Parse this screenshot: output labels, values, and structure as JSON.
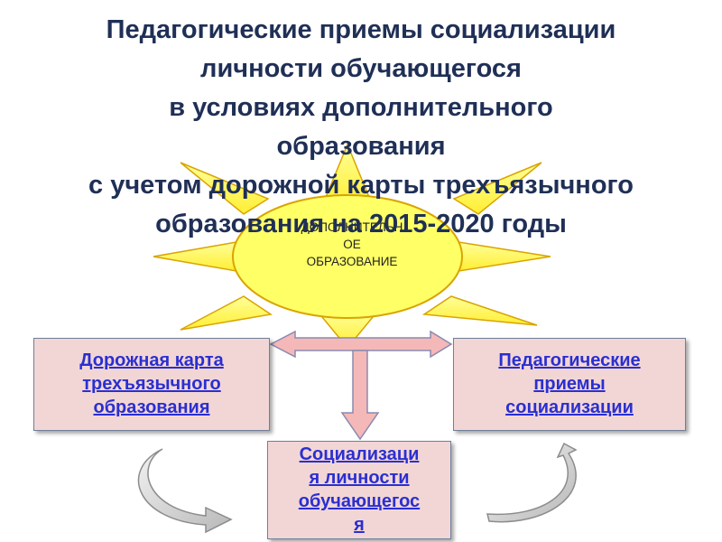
{
  "title": {
    "lines": [
      "Педагогические приемы социализации",
      "личности обучающегося",
      "в условиях дополнительного",
      "образования",
      "с учетом дорожной карты трехъязычного",
      "образования на 2015-2020 годы"
    ]
  },
  "sun": {
    "lines": [
      "ДОПОЛНИТЕЛЬН",
      "ОЕ",
      "ОБРАЗОВАНИЕ"
    ],
    "fill_color": "#ffff66",
    "stroke_color": "#d9a400"
  },
  "boxes": {
    "left": {
      "lines": [
        "Дорожная карта",
        "трехъязычного",
        "образования"
      ]
    },
    "right": {
      "lines": [
        "Педагогические",
        "приемы",
        "социализации"
      ]
    },
    "bottom": {
      "lines": [
        "Социализаци",
        "я личности",
        "обучающегос",
        "я"
      ]
    }
  },
  "colors": {
    "title": "#1f2f56",
    "box_fill": "#f2d6d6",
    "box_text": "#2a2fd0",
    "arrow_fill": "#f5b8b8"
  },
  "icons": [
    "curved-arrow-icon",
    "curved-arrow-icon",
    "left-right-arrow-icon",
    "down-arrow-icon"
  ]
}
